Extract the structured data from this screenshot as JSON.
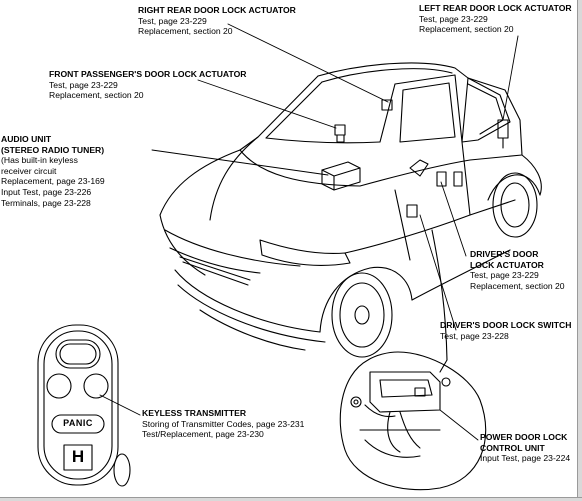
{
  "callouts": {
    "right_rear": {
      "title": "RIGHT REAR DOOR LOCK ACTUATOR",
      "lines": [
        "Test, page 23-229",
        "Replacement, section 20"
      ]
    },
    "left_rear": {
      "title": "LEFT REAR DOOR LOCK ACTUATOR",
      "lines": [
        "Test, page 23-229",
        "Replacement, section 20"
      ]
    },
    "front_passenger": {
      "title": "FRONT PASSENGER'S DOOR LOCK ACTUATOR",
      "lines": [
        "Test, page 23-229",
        "Replacement, section 20"
      ]
    },
    "audio_unit": {
      "title": "AUDIO UNIT",
      "subtitle": "(STEREO RADIO TUNER)",
      "lines": [
        "(Has built-in keyless",
        "receiver circuit",
        "Replacement, page 23-169",
        "Input Test, page 23-226",
        "Terminals, page 23-228"
      ]
    },
    "drivers_actuator": {
      "title": "DRIVER'S DOOR",
      "title2": "LOCK ACTUATOR",
      "lines": [
        "Test, page 23-229",
        "Replacement, section 20"
      ]
    },
    "drivers_switch": {
      "title": "DRIVER'S DOOR LOCK SWITCH",
      "lines": [
        "Test, page 23-228"
      ]
    },
    "keyless_transmitter": {
      "title": "KEYLESS TRANSMITTER",
      "lines": [
        "Storing of Transmitter Codes, page 23-231",
        "Test/Replacement, page 23-230"
      ]
    },
    "power_door_lock": {
      "title": "POWER DOOR LOCK",
      "title2": "CONTROL UNIT",
      "lines": [
        "Input Test, page 23-224"
      ]
    }
  },
  "remote": {
    "panic_label": "PANIC",
    "logo_letter": "H"
  },
  "colors": {
    "ink": "#000000",
    "paper": "#ffffff",
    "frame": "#d9d9d9"
  }
}
